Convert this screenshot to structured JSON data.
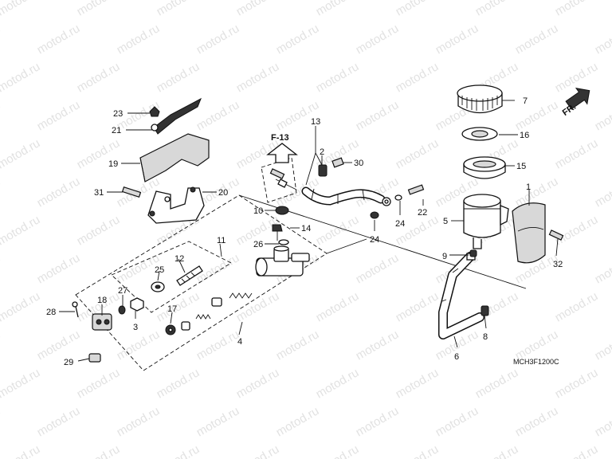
{
  "watermark": {
    "text": "motod.ru"
  },
  "reference_arrow": {
    "label": "F-13"
  },
  "front_indicator": {
    "label": "FR."
  },
  "diagram_code": "MCH3F1200C",
  "callouts": {
    "c1": "1",
    "c2": "2",
    "c3": "3",
    "c4": "4",
    "c5": "5",
    "c6": "6",
    "c7": "7",
    "c8": "8",
    "c9": "9",
    "c10": "10",
    "c11": "11",
    "c12": "12",
    "c13": "13",
    "c14": "14",
    "c15": "15",
    "c16": "16",
    "c17": "17",
    "c18": "18",
    "c19": "19",
    "c20": "20",
    "c21": "21",
    "c22": "22",
    "c23": "23",
    "c24a": "24",
    "c24b": "24",
    "c25": "25",
    "c26": "26",
    "c27": "27",
    "c28": "28",
    "c29": "29",
    "c30": "30",
    "c31": "31",
    "c32": "32"
  }
}
